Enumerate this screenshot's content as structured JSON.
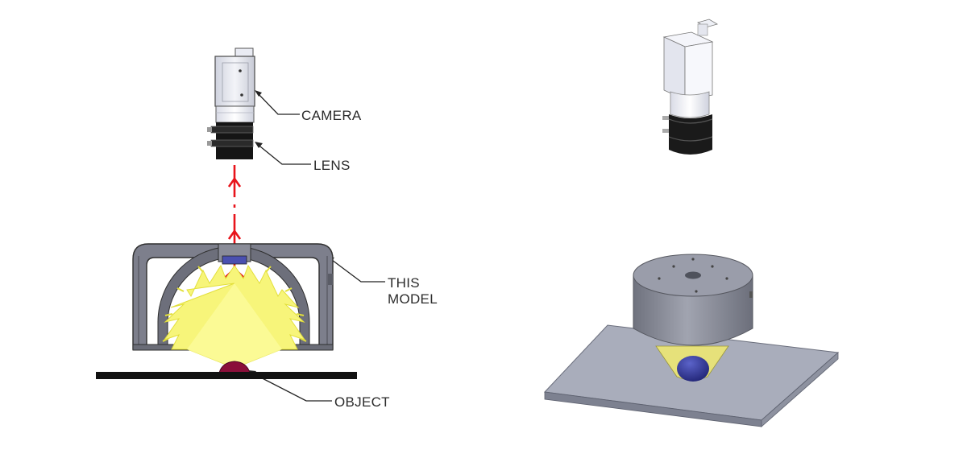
{
  "labels": {
    "camera": "CAMERA",
    "lens": "LENS",
    "model_line1": "THIS",
    "model_line2": "MODEL",
    "object": "OBJECT"
  },
  "colors": {
    "beam": "#e8141b",
    "light": "#f7f57a",
    "light_edge": "#e2df3a",
    "object": "#8a0f3a",
    "object_3d": "#2b2f8f",
    "housing": "#7d7f8c",
    "housing_3d": "#8e919c",
    "plate_3d": "#a9adbb",
    "lens_body": "#151515",
    "camera_body": "#e6e8f2"
  },
  "icons": {
    "camera": "camera-icon",
    "lens": "lens-icon",
    "light_dome": "dome-light-icon",
    "object": "object-icon"
  }
}
